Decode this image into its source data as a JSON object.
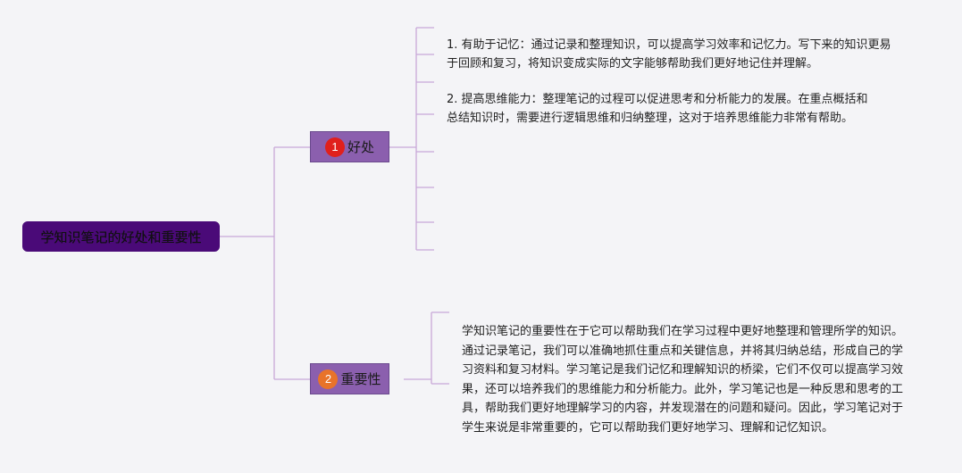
{
  "mindmap": {
    "root": {
      "label": "学知识笔记的好处和重要性"
    },
    "branches": [
      {
        "badge": "1",
        "label": "好处",
        "items": [
          "1. 有助于记忆：通过记录和整理知识，可以提高学习效率和记忆力。写下来的知识更易于回顾和复习，将知识变成实际的文字能够帮助我们更好地记住并理解。",
          "2. 提高思维能力：整理笔记的过程可以促进思考和分析能力的发展。在重点概括和总结知识时，需要进行逻辑思维和归纳整理，这对于培养思维能力非常有帮助。"
        ]
      },
      {
        "badge": "2",
        "label": "重要性",
        "items": [
          "学知识笔记的重要性在于它可以帮助我们在学习过程中更好地整理和管理所学的知识。通过记录笔记，我们可以准确地抓住重点和关键信息，并将其归纳总结，形成自己的学习资料和复习材料。学习笔记是我们记忆和理解知识的桥梁，它们不仅可以提高学习效果，还可以培养我们的思维能力和分析能力。此外，学习笔记也是一种反思和思考的工具，帮助我们更好地理解学习的内容，并发现潜在的问题和疑问。因此，学习笔记对于学生来说是非常重要的，它可以帮助我们更好地学习、理解和记忆知识。"
        ]
      }
    ],
    "colors": {
      "root_fill": "#4a0a78",
      "branch_fill": "#8b5fae",
      "connector": "#c8a8d8",
      "badge_1": "#e0201c",
      "badge_2": "#e8732a"
    }
  }
}
